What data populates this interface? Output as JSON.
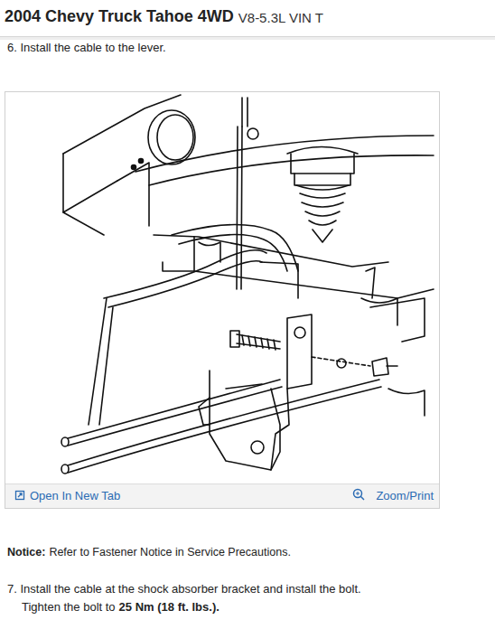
{
  "diagram": {
    "title": "2004 Chevy Truck Tahoe 4WD",
    "labels": [
      "V8-5.3L VIN T",
      "6. Install the cable to the lever.",
      "Open In New Tab",
      "Zoom/Print",
      "Notice:",
      "Refer to Fastener Notice in Service Precautions.",
      "7. Install the cable at the shock absorber bracket and install the bolt.",
      "Tighten the bolt to",
      "25 Nm (18 ft. lbs.)."
    ]
  }
}
